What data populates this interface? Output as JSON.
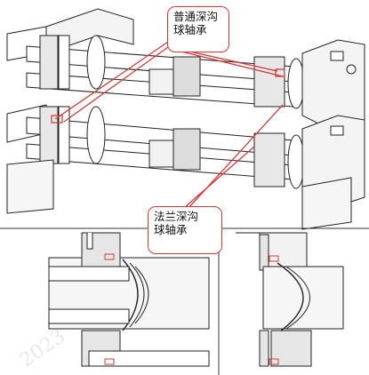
{
  "callouts": [
    {
      "id": "deep-groove-ball-bearing",
      "line1": "普通深沟",
      "line2": "球轴承"
    },
    {
      "id": "flanged-deep-groove-ball-bearing",
      "line1": "法兰深沟",
      "line2": "球轴承"
    }
  ],
  "colors": {
    "line": "#222222",
    "shade": "#cfcfcf",
    "leader": "#d23a3a",
    "watermark": "#bfbfbf"
  },
  "watermark": {
    "text": "2023"
  }
}
